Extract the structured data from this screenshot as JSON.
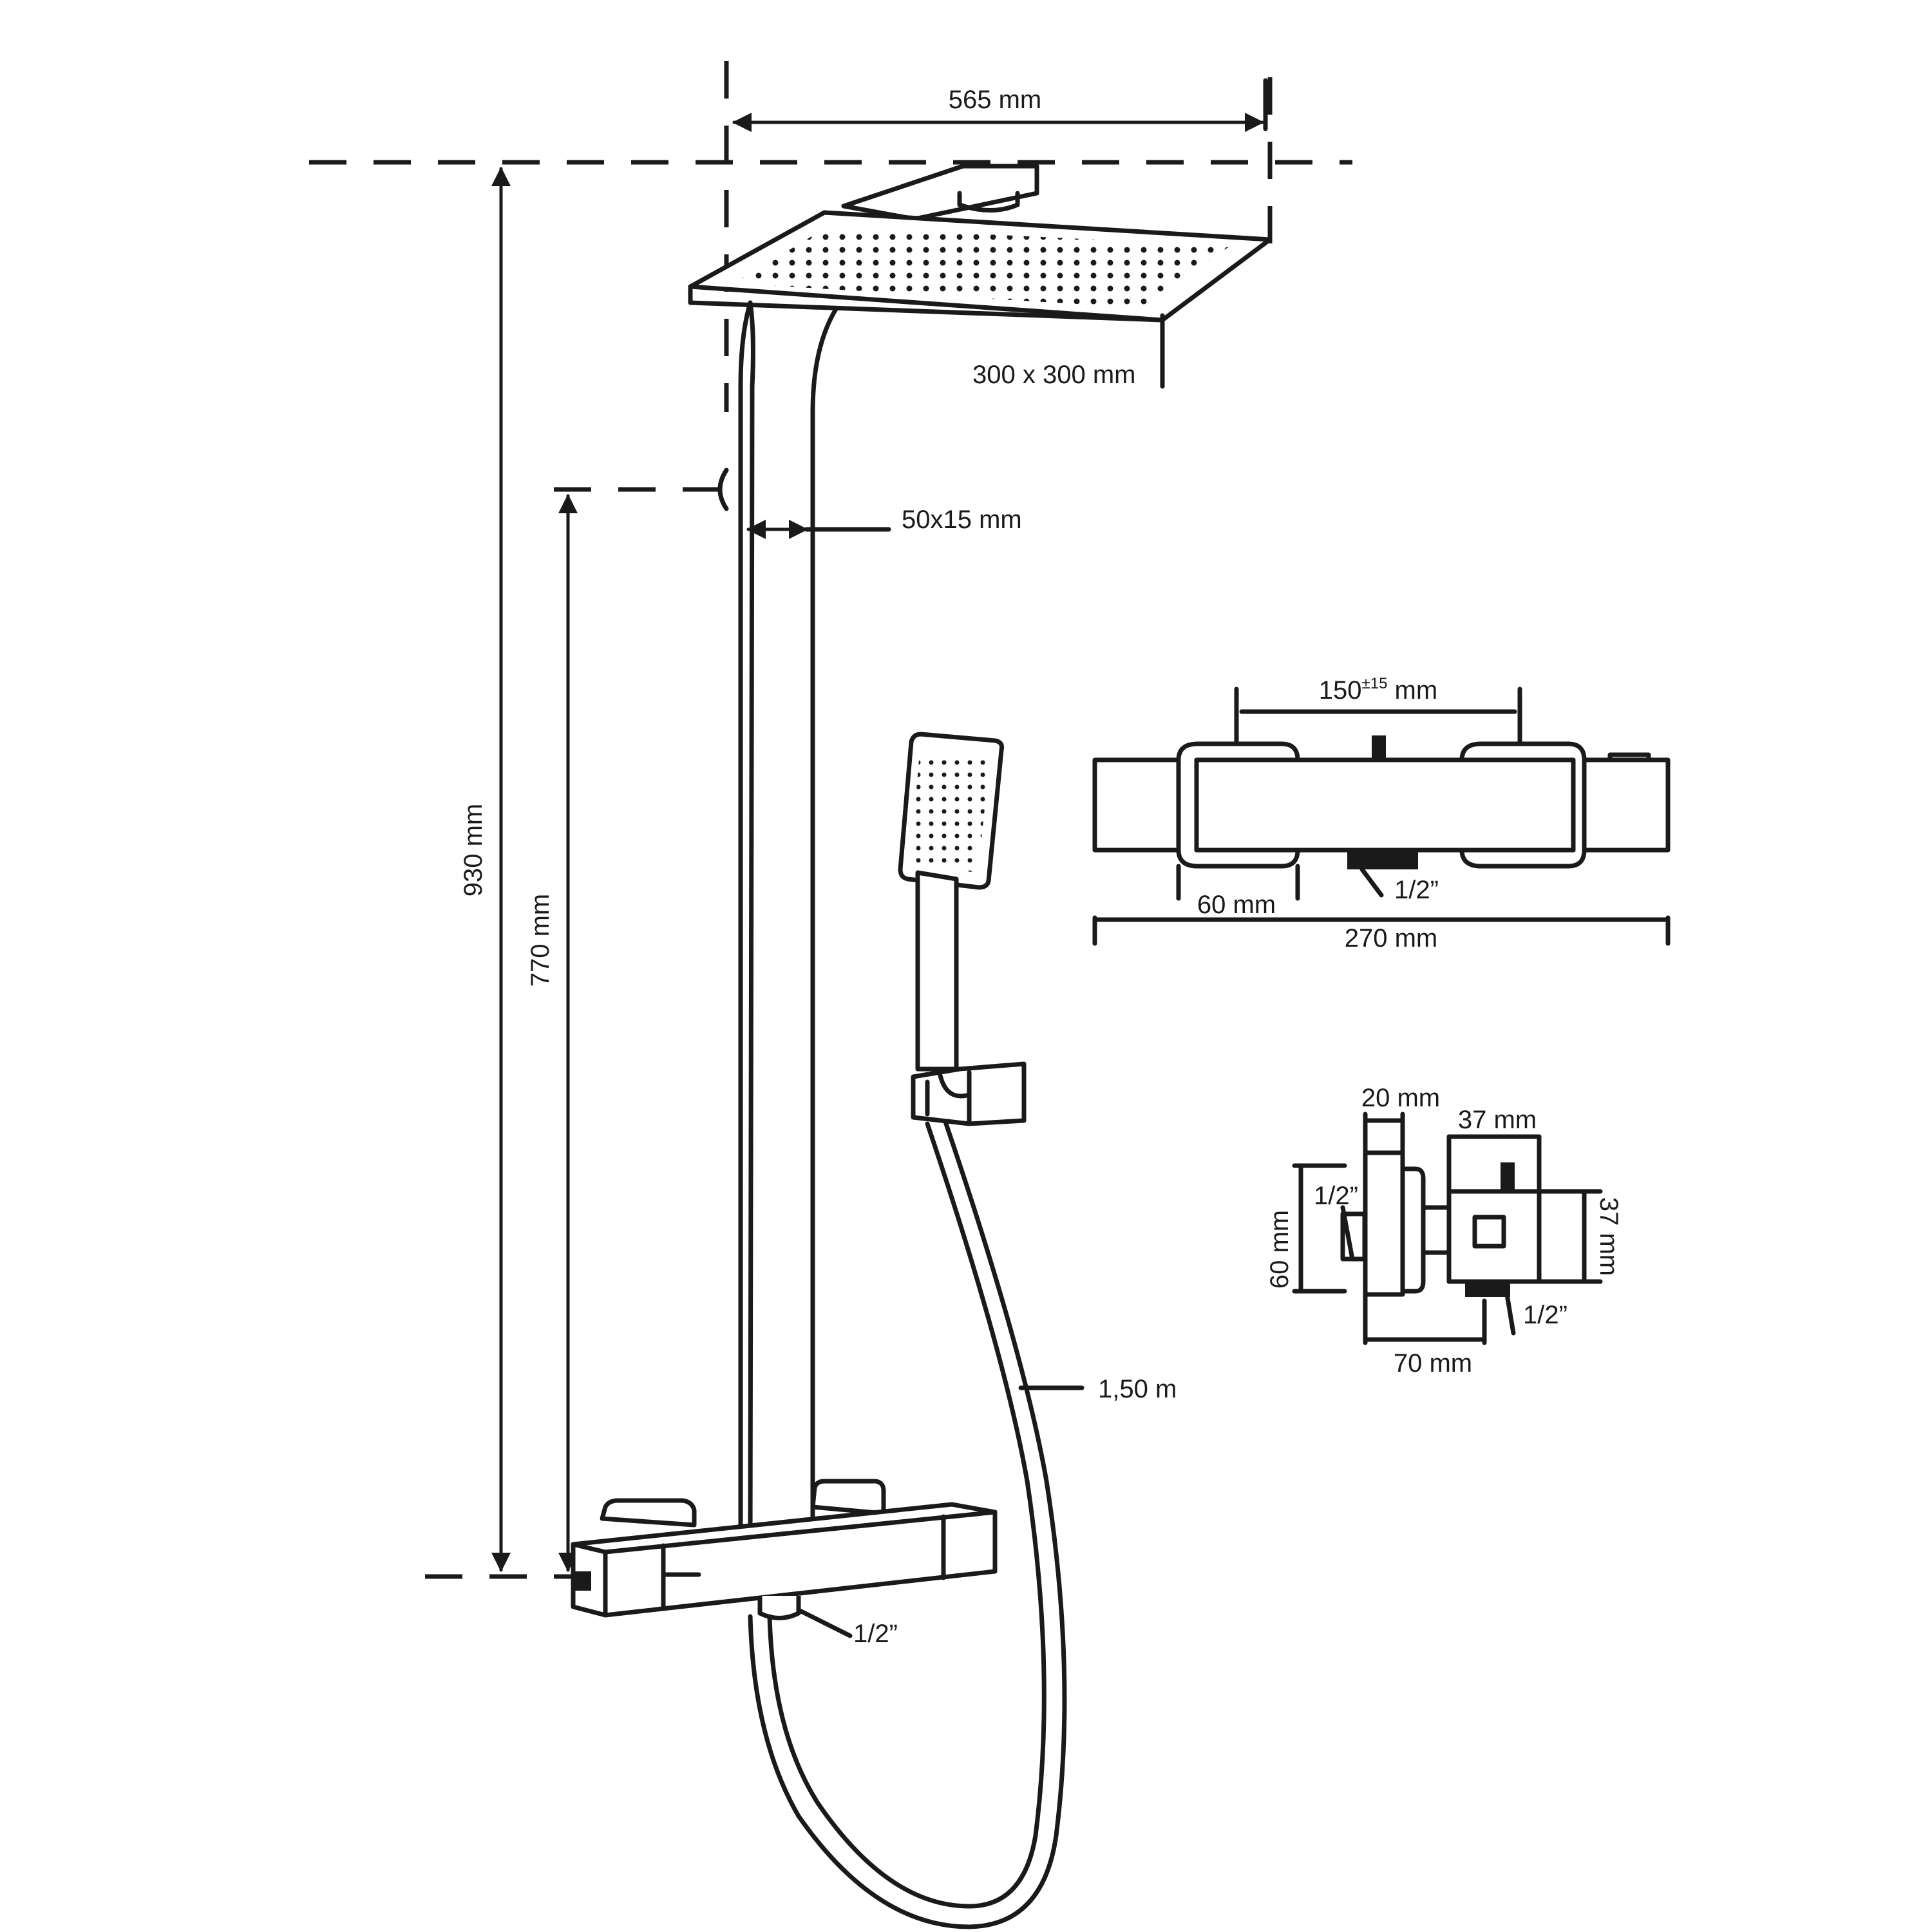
{
  "dimensions": {
    "total_width": "565 mm",
    "head_size": "300 x 300 mm",
    "bar_section": "50x15 mm",
    "total_height": "930 mm",
    "bar_height": "770 mm",
    "hose_length": "1,50 m",
    "inlet_main": "1/2”",
    "mixer_spacing": "150",
    "mixer_spacing_tol": "±15",
    "mixer_spacing_unit": " mm",
    "mixer_inlet": "1/2”",
    "mixer_handle_width": "60 mm",
    "mixer_width": "270 mm",
    "side_depth": "20 mm",
    "side_square_top": "37 mm",
    "side_square_right": "37 mm",
    "side_height": "60 mm",
    "side_inlet_left": "1/2”",
    "side_inlet_bottom": "1/2”",
    "side_width": "70 mm"
  },
  "colors": {
    "line": "#1a1a1a",
    "background": "#ffffff"
  }
}
